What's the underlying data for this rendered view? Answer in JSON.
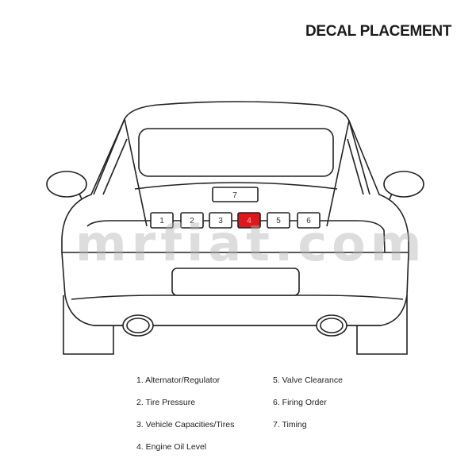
{
  "title": "DECAL PLACEMENT",
  "watermark": "mrfiat.com",
  "decals": [
    {
      "label": "1",
      "highlighted": false
    },
    {
      "label": "2",
      "highlighted": false
    },
    {
      "label": "3",
      "highlighted": false
    },
    {
      "label": "4",
      "highlighted": true
    },
    {
      "label": "5",
      "highlighted": false
    },
    {
      "label": "6",
      "highlighted": false
    }
  ],
  "decal_7": "7",
  "highlight_color": "#e0161b",
  "legend": [
    "1. Alternator/Regulator",
    "2. Tire Pressure",
    "3. Vehicle Capacities/Tires",
    "4. Engine Oil Level",
    "5. Valve Clearance",
    "6. Firing Order",
    "7. Timing"
  ]
}
